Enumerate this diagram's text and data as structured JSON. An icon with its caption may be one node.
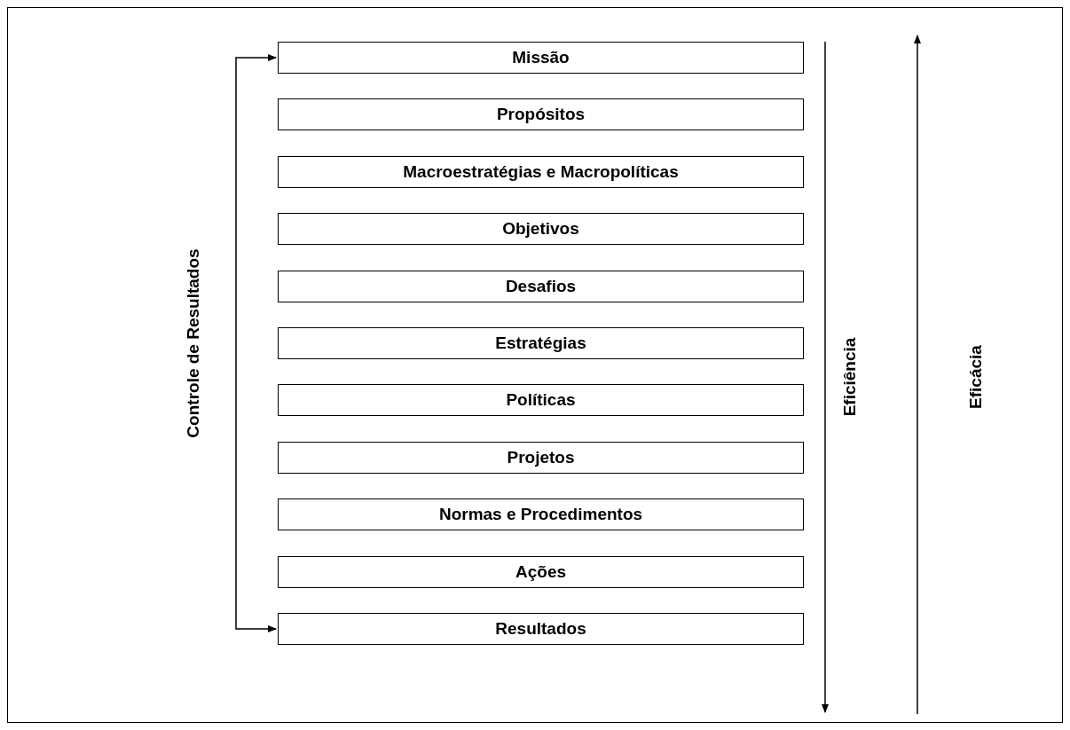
{
  "diagram": {
    "nodes": [
      {
        "text": [
          "Missão"
        ]
      },
      {
        "text": [
          "Propósitos"
        ]
      },
      {
        "text": [
          "Macroestratégias e Macropolíticas"
        ]
      },
      {
        "text": [
          "Objetivos"
        ]
      },
      {
        "text": [
          "Desafios"
        ]
      },
      {
        "text": [
          "Estratégias"
        ]
      },
      {
        "text": [
          "Políticas"
        ]
      },
      {
        "text": [
          "Projetos"
        ]
      },
      {
        "text": [
          "Normas e Procedimentos"
        ]
      },
      {
        "text": [
          "Ações"
        ]
      },
      {
        "text": [
          "Resultados"
        ]
      }
    ],
    "edges": [
      {
        "from": 10,
        "to": 0,
        "arrow": "both",
        "label": "Controle de Resultados"
      }
    ],
    "labels": [
      "Eficiência",
      "Eficácia"
    ]
  }
}
